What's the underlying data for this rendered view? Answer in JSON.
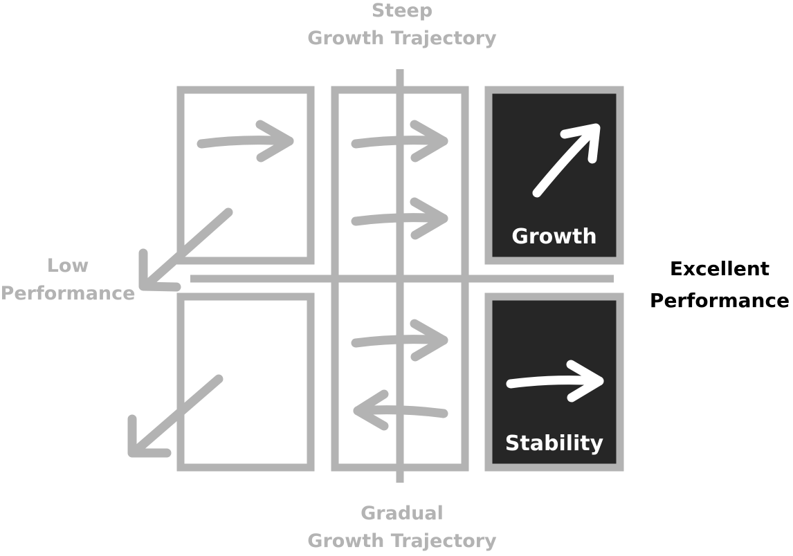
{
  "axes": {
    "top": {
      "line1": "Steep",
      "line2": "Growth Trajectory"
    },
    "bottom": {
      "line1": "Gradual",
      "line2": "Growth Trajectory"
    },
    "left": {
      "line1": "Low",
      "line2": "Performance"
    },
    "right": {
      "line1": "Excellent",
      "line2": "Performance"
    }
  },
  "quadrants": {
    "growth": {
      "label": "Growth"
    },
    "stability": {
      "label": "Stability"
    }
  },
  "colors": {
    "grey": "#b3b3b3",
    "dark_fill": "#262626",
    "text_dark": "#000000",
    "text_white": "#ffffff"
  }
}
